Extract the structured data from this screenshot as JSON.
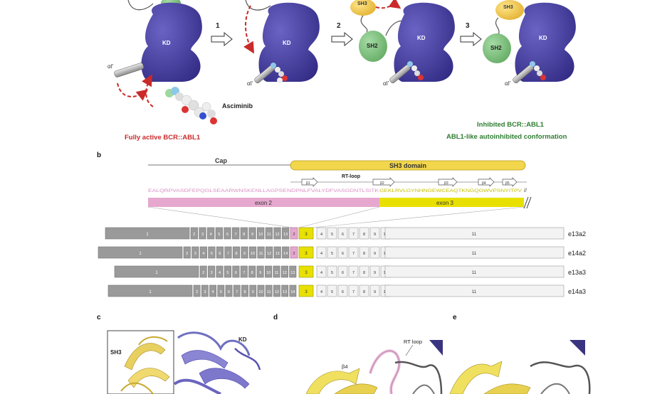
{
  "panel_a": {
    "step_numbers": [
      "1",
      "2",
      "3"
    ],
    "labels": {
      "kd": "KD",
      "sh2": "SH2",
      "sh3": "SH3",
      "alpha_helix": "αI'",
      "asciminib": "Asciminib",
      "fully_active": "Fully active BCR::ABL1",
      "inhibited": "Inhibited BCR::ABL1",
      "autoinhibited": "ABL1-like autoinhibited conformation"
    },
    "colors": {
      "kd": "#4b43a6",
      "sh2": "#7fc47f",
      "sh3": "#f2c84b",
      "red": "#c92a2a",
      "green": "#2f7d32"
    }
  },
  "panel_b": {
    "letter": "b",
    "cap_label": "Cap",
    "sh3_domain_label": "SH3 domain",
    "rt_loop_label": "RT-loop",
    "strands": [
      "β1",
      "β2",
      "β3",
      "β4",
      "β5"
    ],
    "sequence_pink": "EALQRPVASDFEPQGLSEAARWNSKENLLAGPSENDPNLFVALYDFVASGDNTLSITK",
    "sequence_yellow": "GEKLRVLGYNHNGEWCEAQTKNGQGWVPSNYITPV",
    "sequence_end": "//",
    "exon2_label": "exon 2",
    "exon3_label": "exon 3",
    "transcripts": [
      {
        "name": "e13a2",
        "bcr": [
          "1",
          "2",
          "3",
          "4",
          "5",
          "6",
          "7",
          "8",
          "9",
          "10",
          "11",
          "12",
          "13"
        ],
        "a2": "2",
        "a3": "3",
        "abl": [
          "4",
          "5",
          "6",
          "7",
          "8",
          "9",
          "10",
          "11"
        ]
      },
      {
        "name": "e14a2",
        "bcr": [
          "1",
          "2",
          "3",
          "4",
          "5",
          "6",
          "7",
          "8",
          "9",
          "10",
          "11",
          "12",
          "13",
          "14"
        ],
        "a2": "2",
        "a3": "3",
        "abl": [
          "4",
          "5",
          "6",
          "7",
          "8",
          "9",
          "10",
          "11"
        ]
      },
      {
        "name": "e13a3",
        "bcr": [
          "1",
          "2",
          "3",
          "4",
          "5",
          "6",
          "7",
          "8",
          "9",
          "10",
          "11",
          "12",
          "13"
        ],
        "a3": "3",
        "abl": [
          "4",
          "5",
          "6",
          "7",
          "8",
          "9",
          "10",
          "11"
        ]
      },
      {
        "name": "e14a3",
        "bcr": [
          "1",
          "2",
          "3",
          "4",
          "5",
          "6",
          "7",
          "8",
          "9",
          "10",
          "11",
          "12",
          "13",
          "14"
        ],
        "a3": "3",
        "abl": [
          "4",
          "5",
          "6",
          "7",
          "8",
          "9",
          "10",
          "11"
        ]
      }
    ],
    "colors": {
      "gray": "#9a9a9a",
      "pink": "#e6a8cf",
      "yellow": "#e8e000",
      "light": "#f3f3f3",
      "gold": "#f2d64b"
    }
  },
  "panel_c": {
    "letter": "c",
    "sh3_label": "SH3",
    "kd_label": "KD"
  },
  "panel_d": {
    "letter": "d",
    "rt_loop_label": "RT loop",
    "beta4_label": "β4"
  },
  "panel_e": {
    "letter": "e"
  }
}
